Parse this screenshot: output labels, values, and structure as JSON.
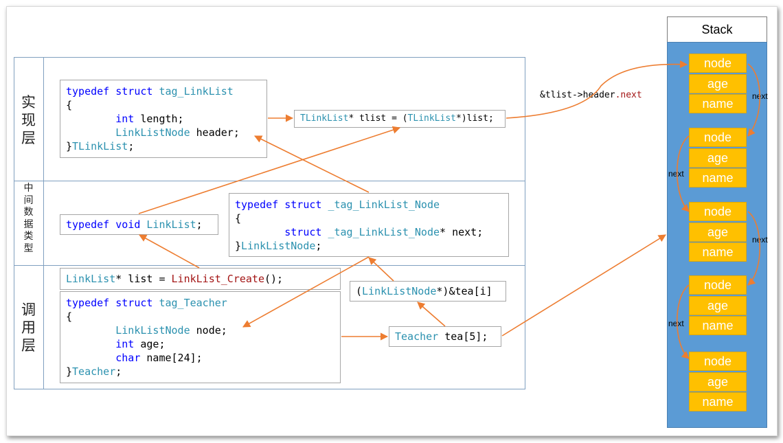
{
  "layers": {
    "impl": [
      "实",
      "现",
      "层"
    ],
    "middle": [
      "中",
      "间",
      "数",
      "据",
      "类",
      "型"
    ],
    "call": [
      "调",
      "用",
      "层"
    ]
  },
  "code": {
    "linklist_struct": [
      [
        {
          "c": "k",
          "t": "typedef"
        },
        {
          "c": "",
          "t": " "
        },
        {
          "c": "k",
          "t": "struct"
        },
        {
          "c": "",
          "t": " "
        },
        {
          "c": "t",
          "t": "tag_LinkList"
        }
      ],
      [
        {
          "c": "",
          "t": "{"
        }
      ],
      [
        {
          "c": "",
          "t": "        "
        },
        {
          "c": "k",
          "t": "int"
        },
        {
          "c": "",
          "t": " length;"
        }
      ],
      [
        {
          "c": "",
          "t": "        "
        },
        {
          "c": "t",
          "t": "LinkListNode"
        },
        {
          "c": "",
          "t": " header;"
        }
      ],
      [
        {
          "c": "",
          "t": "}"
        },
        {
          "c": "t",
          "t": "TLinkList"
        },
        {
          "c": "",
          "t": ";"
        }
      ]
    ],
    "tlist_cast": [
      [
        {
          "c": "t",
          "t": "TLinkList"
        },
        {
          "c": "",
          "t": "* tlist = ("
        },
        {
          "c": "t",
          "t": "TLinkList"
        },
        {
          "c": "",
          "t": "*)list;"
        }
      ]
    ],
    "void_typedef": [
      [
        {
          "c": "k",
          "t": "typedef"
        },
        {
          "c": "",
          "t": " "
        },
        {
          "c": "k",
          "t": "void"
        },
        {
          "c": "",
          "t": " "
        },
        {
          "c": "t",
          "t": "LinkList"
        },
        {
          "c": "",
          "t": ";"
        }
      ]
    ],
    "node_struct": [
      [
        {
          "c": "k",
          "t": "typedef"
        },
        {
          "c": "",
          "t": " "
        },
        {
          "c": "k",
          "t": "struct"
        },
        {
          "c": "",
          "t": " "
        },
        {
          "c": "t",
          "t": "_tag_LinkList_Node"
        }
      ],
      [
        {
          "c": "",
          "t": "{"
        }
      ],
      [
        {
          "c": "",
          "t": "        "
        },
        {
          "c": "k",
          "t": "struct"
        },
        {
          "c": "",
          "t": " "
        },
        {
          "c": "t",
          "t": "_tag_LinkList_Node"
        },
        {
          "c": "",
          "t": "* next;"
        }
      ],
      [
        {
          "c": "",
          "t": "}"
        },
        {
          "c": "t",
          "t": "LinkListNode"
        },
        {
          "c": "",
          "t": ";"
        }
      ]
    ],
    "create_call": [
      [
        {
          "c": "t",
          "t": "LinkList"
        },
        {
          "c": "",
          "t": "* list = "
        },
        {
          "c": "r",
          "t": "LinkList_Create"
        },
        {
          "c": "",
          "t": "();"
        }
      ]
    ],
    "node_cast": [
      [
        {
          "c": "",
          "t": "("
        },
        {
          "c": "t",
          "t": "LinkListNode"
        },
        {
          "c": "",
          "t": "*)&tea[i]"
        }
      ]
    ],
    "teacher_struct": [
      [
        {
          "c": "k",
          "t": "typedef"
        },
        {
          "c": "",
          "t": " "
        },
        {
          "c": "k",
          "t": "struct"
        },
        {
          "c": "",
          "t": " "
        },
        {
          "c": "t",
          "t": "tag_Teacher"
        }
      ],
      [
        {
          "c": "",
          "t": "{"
        }
      ],
      [
        {
          "c": "",
          "t": "        "
        },
        {
          "c": "t",
          "t": "LinkListNode"
        },
        {
          "c": "",
          "t": " node;"
        }
      ],
      [
        {
          "c": "",
          "t": "        "
        },
        {
          "c": "k",
          "t": "int"
        },
        {
          "c": "",
          "t": " age;"
        }
      ],
      [
        {
          "c": "",
          "t": "        "
        },
        {
          "c": "k",
          "t": "char"
        },
        {
          "c": "",
          "t": " name[24];"
        }
      ],
      [
        {
          "c": "",
          "t": "}"
        },
        {
          "c": "t",
          "t": "Teacher"
        },
        {
          "c": "",
          "t": ";"
        }
      ]
    ],
    "teacher_array": [
      [
        {
          "c": "t",
          "t": "Teacher"
        },
        {
          "c": "",
          "t": " tea[5];"
        }
      ]
    ]
  },
  "annotation": {
    "header_next_prefix": "&tlist->header",
    "header_next_suffix": ".next",
    "next_label": "next"
  },
  "stack": {
    "title": "Stack",
    "fields": [
      "node",
      "age",
      "name"
    ],
    "record_count": 5
  },
  "colors": {
    "arrow": "#ed7d31",
    "stack_bg": "#5b9bd5",
    "cell_bg": "#ffc000",
    "keyword": "#0000ff",
    "type": "#2b91af",
    "function": "#a31515"
  }
}
